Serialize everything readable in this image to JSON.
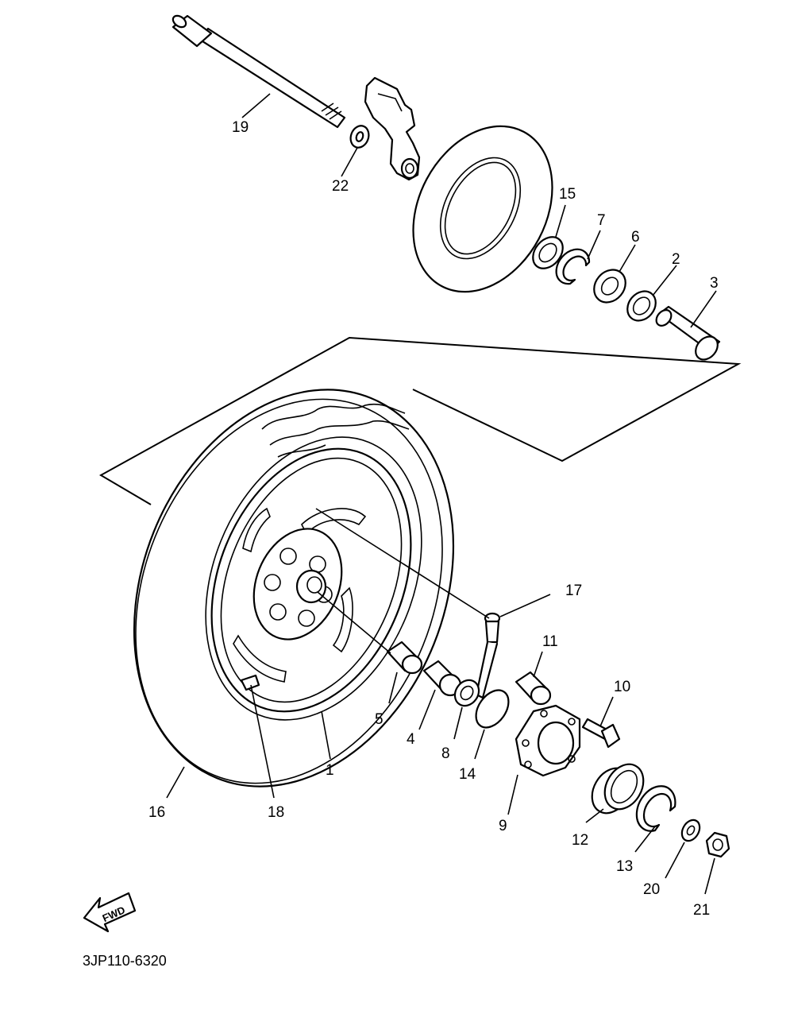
{
  "diagram_code": "3JP110-6320",
  "fwd_label": "FWD",
  "callouts": {
    "c1": "1",
    "c2": "2",
    "c3": "3",
    "c4": "4",
    "c5": "5",
    "c6": "6",
    "c7": "7",
    "c8": "8",
    "c9": "9",
    "c10": "10",
    "c11": "11",
    "c12": "12",
    "c13": "13",
    "c14": "14",
    "c15": "15",
    "c16": "16",
    "c17": "17",
    "c18": "18",
    "c19": "19",
    "c20": "20",
    "c21": "21",
    "c22": "22"
  }
}
